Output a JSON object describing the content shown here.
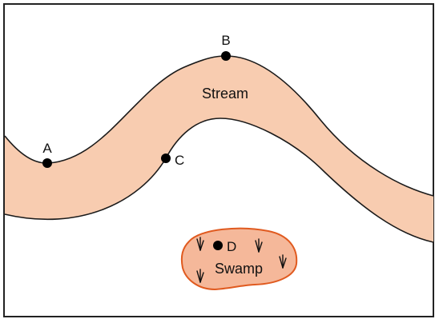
{
  "diagram": {
    "points": [
      {
        "id": "A",
        "label": "A"
      },
      {
        "id": "B",
        "label": "B"
      },
      {
        "id": "C",
        "label": "C"
      },
      {
        "id": "D",
        "label": "D"
      }
    ],
    "features": {
      "stream": {
        "label": "Stream",
        "fill": "#f8ccb0",
        "stroke": "#1a1a1a"
      },
      "swamp": {
        "label": "Swamp",
        "fill": "#f5b89a",
        "stroke": "#e05a1f"
      }
    },
    "colors": {
      "border": "#222222",
      "point": "#000000",
      "marsh_grass": "#111111"
    },
    "icons": [
      "marsh-grass-icon"
    ]
  }
}
